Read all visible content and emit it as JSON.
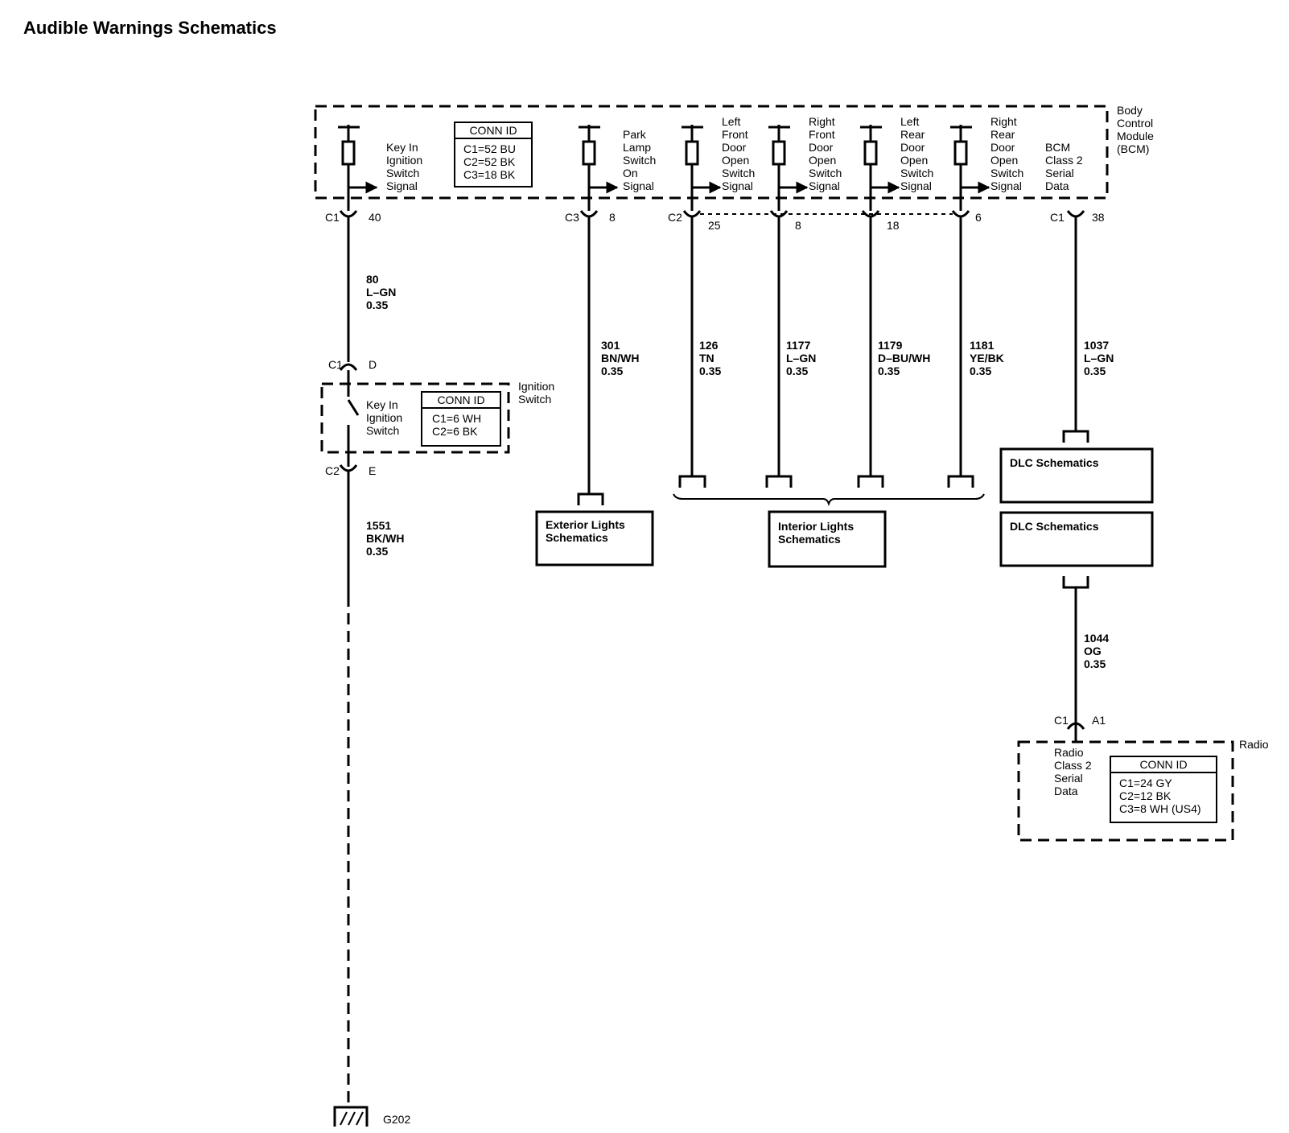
{
  "title": "Audible Warnings Schematics",
  "bcm": {
    "name": [
      "Body",
      "Control",
      "Module",
      "(BCM)"
    ],
    "conn_id": {
      "header": "CONN ID",
      "lines": [
        "C1=52 BU",
        "C2=52 BK",
        "C3=18 BK"
      ]
    },
    "signals": {
      "key_in": [
        "Key In",
        "Ignition",
        "Switch",
        "Signal"
      ],
      "park_lamp": [
        "Park",
        "Lamp",
        "Switch",
        "On",
        "Signal"
      ],
      "lf_door": [
        "Left",
        "Front",
        "Door",
        "Open",
        "Switch",
        "Signal"
      ],
      "rf_door": [
        "Right",
        "Front",
        "Door",
        "Open",
        "Switch",
        "Signal"
      ],
      "lr_door": [
        "Left",
        "Rear",
        "Door",
        "Open",
        "Switch",
        "Signal"
      ],
      "rr_door": [
        "Right",
        "Rear",
        "Door",
        "Open",
        "Switch",
        "Signal"
      ],
      "class2": [
        "BCM",
        "Class 2",
        "Serial",
        "Data"
      ]
    },
    "pins": {
      "key_in": {
        "conn": "C1",
        "pin": "40"
      },
      "park_lamp": {
        "conn": "C3",
        "pin": "8"
      },
      "lf_door": {
        "conn": "C2",
        "pin": "25"
      },
      "rf_door": {
        "pin": "8"
      },
      "lr_door": {
        "pin": "18"
      },
      "rr_door": {
        "pin": "6"
      },
      "class2": {
        "conn": "C1",
        "pin": "38"
      }
    }
  },
  "wires": {
    "key_in": [
      "80",
      "L–GN",
      "0.35"
    ],
    "ground": [
      "1551",
      "BK/WH",
      "0.35"
    ],
    "park_lamp": [
      "301",
      "BN/WH",
      "0.35"
    ],
    "lf_door": [
      "126",
      "TN",
      "0.35"
    ],
    "rf_door": [
      "1177",
      "L–GN",
      "0.35"
    ],
    "lr_door": [
      "1179",
      "D–BU/WH",
      "0.35"
    ],
    "rr_door": [
      "1181",
      "YE/BK",
      "0.35"
    ],
    "class2_bcm": [
      "1037",
      "L–GN",
      "0.35"
    ],
    "class2_radio": [
      "1044",
      "OG",
      "0.35"
    ]
  },
  "ignition_switch": {
    "name": [
      "Ignition",
      "Switch"
    ],
    "contact": [
      "Key In",
      "Ignition",
      "Switch"
    ],
    "conn_id": {
      "header": "CONN ID",
      "lines": [
        "C1=6 WH",
        "C2=6 BK"
      ]
    },
    "pin_top": {
      "conn": "C1",
      "pin": "D"
    },
    "pin_bottom": {
      "conn": "C2",
      "pin": "E"
    }
  },
  "ground": {
    "label": "G202"
  },
  "refs": {
    "exterior_lights": [
      "Exterior Lights",
      "Schematics"
    ],
    "interior_lights": [
      "Interior Lights",
      "Schematics"
    ],
    "dlc_top": "DLC Schematics",
    "dlc_bottom": "DLC Schematics"
  },
  "radio": {
    "name": "Radio",
    "signal": [
      "Radio",
      "Class 2",
      "Serial",
      "Data"
    ],
    "conn_id": {
      "header": "CONN ID",
      "lines": [
        "C1=24 GY",
        "C2=12 BK",
        "C3=8 WH (US4)"
      ]
    },
    "pin": {
      "conn": "C1",
      "pin": "A1"
    }
  }
}
